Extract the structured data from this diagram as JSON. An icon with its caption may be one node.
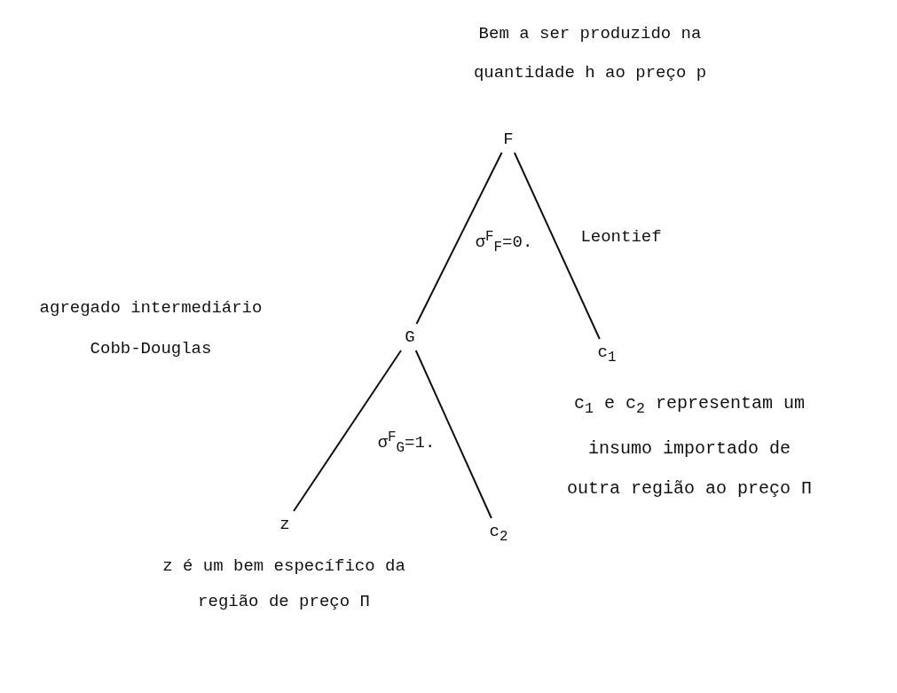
{
  "diagram": {
    "nodes": [
      {
        "text": [
          "F"
        ],
        "beside": [
          "Bem a ser produzido na quantidade h ao preço p"
        ]
      },
      {
        "text": [
          "G"
        ],
        "beside": [
          "agregado intermediário",
          "Cobb-Douglas"
        ]
      },
      {
        "text": [
          "c$_{1}$"
        ]
      },
      {
        "text": [
          "z"
        ],
        "beside": [
          "z é um bem específico da região de preço Π"
        ]
      },
      {
        "text": [
          "c$_{2}$"
        ]
      }
    ],
    "edges": [
      {
        "from": 0,
        "to": 1,
        "arrow": "none"
      },
      {
        "from": 0,
        "to": 2,
        "arrow": "none"
      },
      {
        "from": 1,
        "to": 3,
        "arrow": "none"
      },
      {
        "from": 1,
        "to": 4,
        "arrow": "none"
      }
    ],
    "labels": [
      "σ$^{F}$$_{F}$=0.",
      "Leontief",
      "σ$^{F}$$_{G}$=1.",
      "c$_{1}$ e c$_{2}$ representam um insumo importado de outra região ao preço Π"
    ]
  }
}
